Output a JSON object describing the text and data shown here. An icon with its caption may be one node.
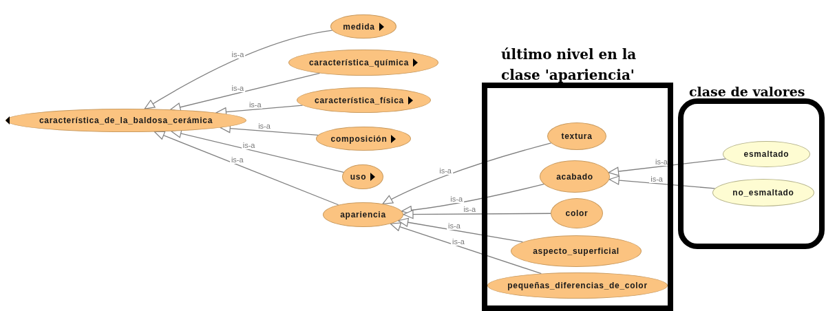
{
  "diagram": {
    "nodes": [
      {
        "text": [
          "característica_de_la_baldosa_cerámica"
        ]
      },
      {
        "text": [
          "medida"
        ]
      },
      {
        "text": [
          "característica_química"
        ]
      },
      {
        "text": [
          "característica_física"
        ]
      },
      {
        "text": [
          "composición"
        ]
      },
      {
        "text": [
          "uso"
        ]
      },
      {
        "text": [
          "apariencia"
        ]
      },
      {
        "text": [
          "último nivel en la clase 'apariencia'"
        ]
      },
      {
        "text": [
          "textura"
        ],
        "in": 7
      },
      {
        "text": [
          "acabado"
        ],
        "in": 7
      },
      {
        "text": [
          "color"
        ],
        "in": 7
      },
      {
        "text": [
          "aspecto_superficial"
        ],
        "in": 7
      },
      {
        "text": [
          "pequeñas_diferencias_de_color"
        ],
        "in": 7
      },
      {
        "text": [
          "clase de valores"
        ]
      },
      {
        "text": [
          "esmaltado"
        ],
        "in": 13
      },
      {
        "text": [
          "no_esmaltado"
        ],
        "in": 13
      }
    ],
    "edges": [
      {
        "from": 1,
        "to": 0,
        "arrow": "to",
        "label": "is-a"
      },
      {
        "from": 2,
        "to": 0,
        "arrow": "to",
        "label": "is-a"
      },
      {
        "from": 3,
        "to": 0,
        "arrow": "to",
        "label": "is-a"
      },
      {
        "from": 4,
        "to": 0,
        "arrow": "to",
        "label": "is-a"
      },
      {
        "from": 5,
        "to": 0,
        "arrow": "to",
        "label": "is-a"
      },
      {
        "from": 6,
        "to": 0,
        "arrow": "to",
        "label": "is-a"
      },
      {
        "from": 8,
        "to": 6,
        "arrow": "to",
        "label": "is-a"
      },
      {
        "from": 9,
        "to": 6,
        "arrow": "to",
        "label": "is-a"
      },
      {
        "from": 10,
        "to": 6,
        "arrow": "to",
        "label": "is-a"
      },
      {
        "from": 11,
        "to": 6,
        "arrow": "to",
        "label": "is-a"
      },
      {
        "from": 12,
        "to": 6,
        "arrow": "to",
        "label": "is-a"
      },
      {
        "from": 14,
        "to": 9,
        "arrow": "to",
        "label": "is-a"
      },
      {
        "from": 15,
        "to": 9,
        "arrow": "to",
        "label": "is-a"
      }
    ]
  }
}
